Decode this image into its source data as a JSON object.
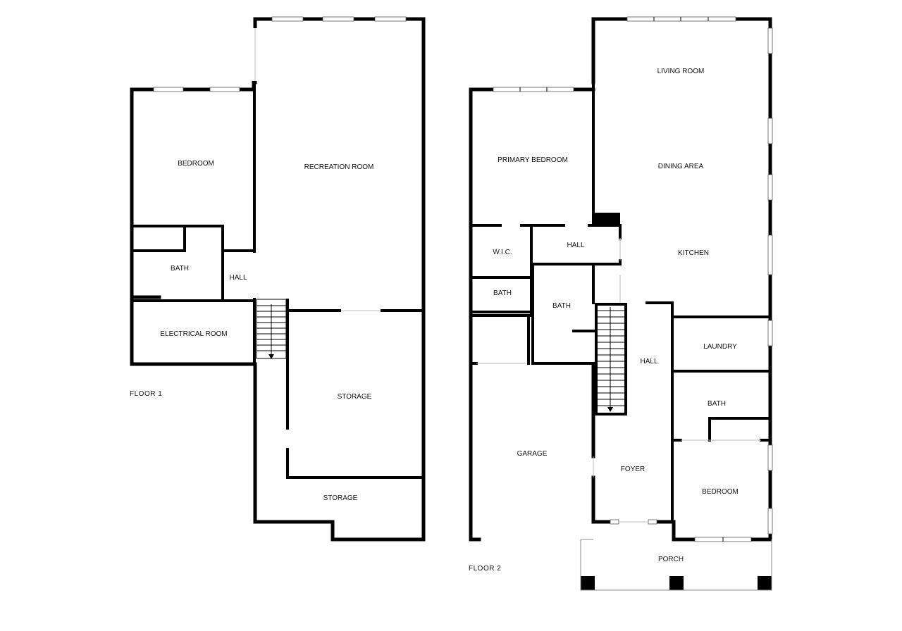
{
  "floors": [
    {
      "label": "FLOOR 1",
      "rooms": {
        "bedroom": "BEDROOM",
        "recreation_room": "RECREATION ROOM",
        "bath": "BATH",
        "hall": "HALL",
        "electrical_room": "ELECTRICAL ROOM",
        "storage_main": "STORAGE",
        "storage_lower": "STORAGE"
      }
    },
    {
      "label": "FLOOR 2",
      "rooms": {
        "living_room": "LIVING ROOM",
        "primary_bedroom": "PRIMARY BEDROOM",
        "dining_area": "DINING AREA",
        "wic": "W.I.C.",
        "hall_upper": "HALL",
        "kitchen": "KITCHEN",
        "bath_small": "BATH",
        "bath_center": "BATH",
        "hall_center": "HALL",
        "laundry": "LAUNDRY",
        "bath_right": "BATH",
        "garage": "GARAGE",
        "foyer": "FOYER",
        "bedroom": "BEDROOM",
        "porch": "PORCH"
      }
    }
  ]
}
